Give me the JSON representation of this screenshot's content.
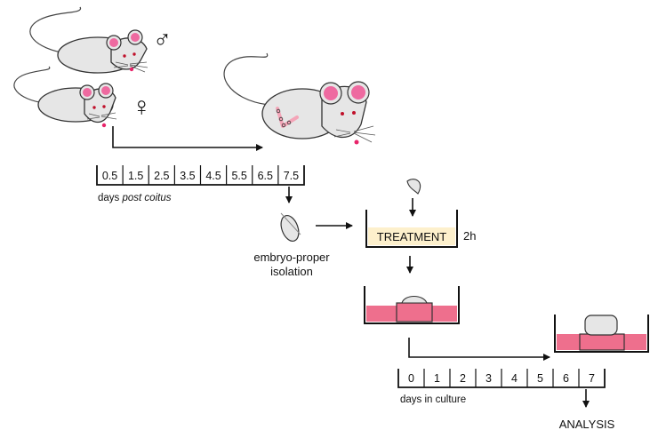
{
  "mice": {
    "male_symbol": "♂",
    "female_symbol": "♀"
  },
  "timeline_pc": {
    "ticks": [
      "0.5",
      "1.5",
      "2.5",
      "3.5",
      "4.5",
      "5.5",
      "6.5",
      "7.5"
    ],
    "label_prefix": "days ",
    "label_italic": "post coitus"
  },
  "isolation": {
    "line1": "embryo-proper",
    "line2": "isolation"
  },
  "treatment": {
    "label": "TREATMENT",
    "duration": "2h"
  },
  "timeline_culture": {
    "ticks": [
      "0",
      "1",
      "2",
      "3",
      "4",
      "5",
      "6",
      "7"
    ],
    "label": "days in culture"
  },
  "analysis": {
    "label": "ANALYSIS"
  },
  "colors": {
    "mouse_body": "#e6e6e6",
    "ear_pink": "#ee6aa0",
    "nose": "#e8246a",
    "eye": "#c0102a",
    "treatment_fill": "#fdf0cc",
    "medium_pink": "#ee6f8d"
  }
}
